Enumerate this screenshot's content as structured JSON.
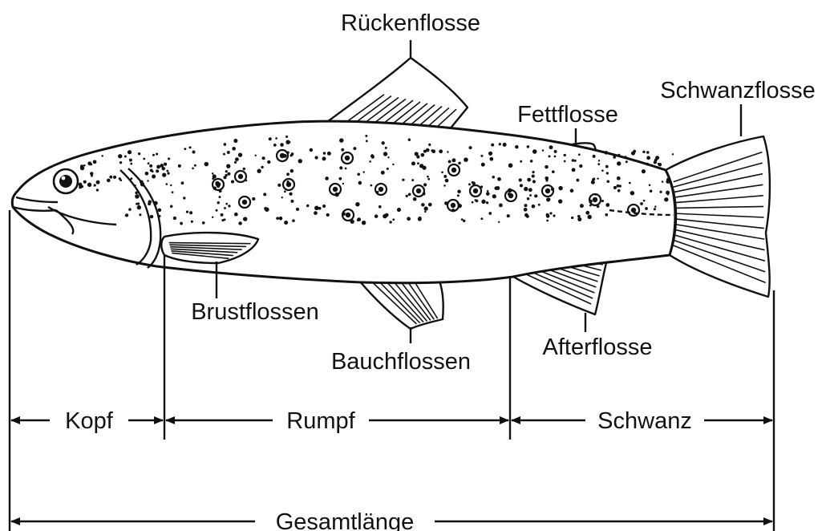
{
  "labels": {
    "dorsal_fin": "Rückenflosse",
    "adipose_fin": "Fettflosse",
    "caudal_fin": "Schwanzflosse",
    "pectoral_fins": "Brustflossen",
    "pelvic_fins": "Bauchflossen",
    "anal_fin": "Afterflosse",
    "head": "Kopf",
    "trunk": "Rumpf",
    "tail": "Schwanz",
    "total_length": "Gesamtlänge"
  }
}
